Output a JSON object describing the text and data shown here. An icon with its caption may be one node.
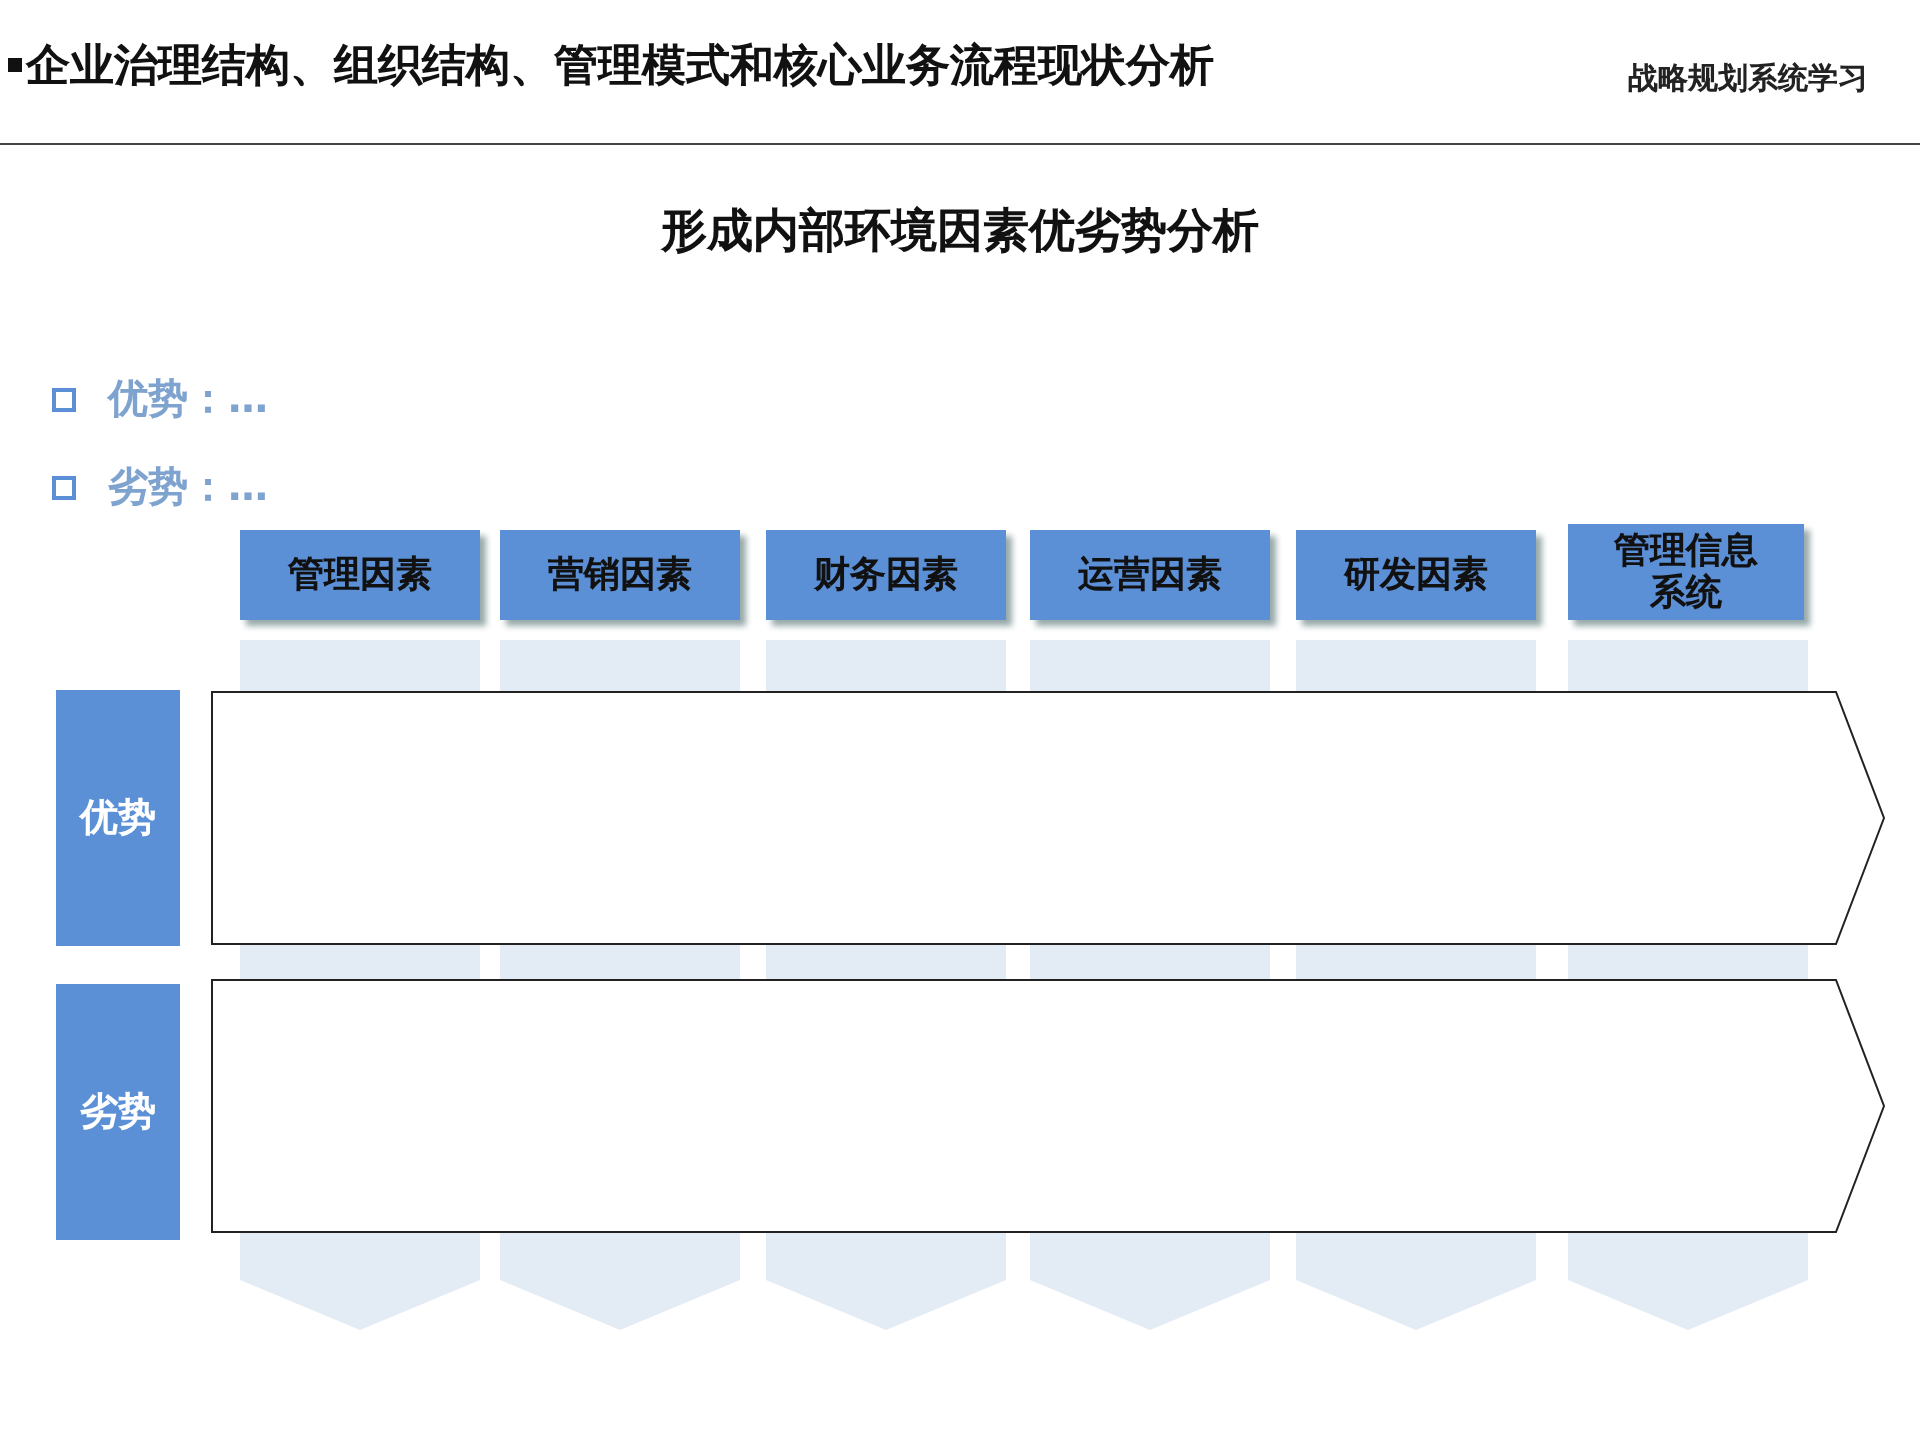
{
  "diagram": {
    "title": "企业治理结构、组织结构、管理模式和核心业务流程现状分析",
    "nodes": [
      {
        "text": [
          "管理因素"
        ]
      },
      {
        "text": [
          "营销因素"
        ]
      },
      {
        "text": [
          "财务因素"
        ]
      },
      {
        "text": [
          "运营因素"
        ]
      },
      {
        "text": [
          "研发因素"
        ]
      },
      {
        "text": [
          "管理信息系统"
        ]
      },
      {
        "text": [
          "优势"
        ]
      },
      {
        "text": [
          "劣势"
        ]
      },
      {
        "text": [],
        "shape": "pentagon"
      },
      {
        "text": [],
        "shape": "pentagon"
      }
    ],
    "edges": [],
    "labels": [
      "战略规划系统学习",
      "形成内部环境因素优劣势分析",
      "优势：…",
      "劣势：…"
    ]
  }
}
